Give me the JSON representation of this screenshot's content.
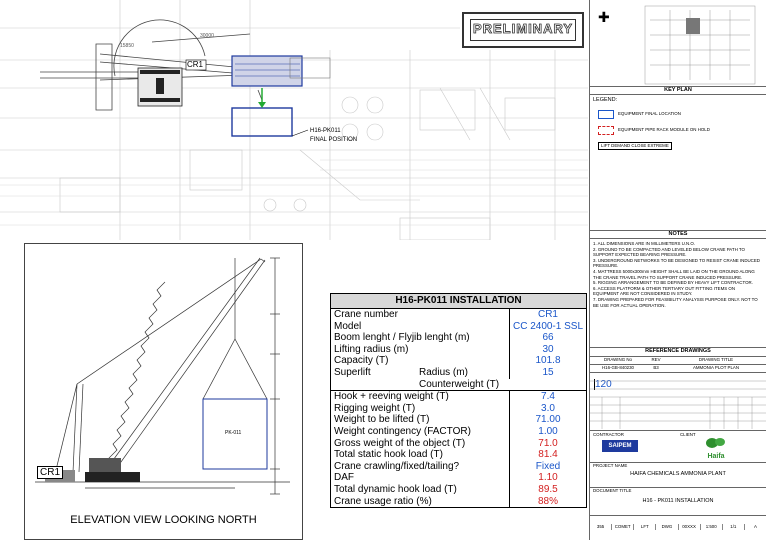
{
  "stamp": "PRELIMINARY",
  "plan": {
    "crane_label": "CR1",
    "module_label": "H16-PK011",
    "final_position": "FINAL POSITION",
    "dim_1": "15850",
    "dim_2": "30000"
  },
  "elevation": {
    "title": "ELEVATION VIEW LOOKING NORTH",
    "crane_label": "CR1",
    "object_label": "PK-011"
  },
  "installation": {
    "title": "H16-PK011 INSTALLATION",
    "rows_a": [
      {
        "label": "Crane number",
        "value": "CR1",
        "color": "blue"
      },
      {
        "label": "Model",
        "value": "CC 2400-1 SSL",
        "color": "blue"
      },
      {
        "label": "Boom lenght  / Flyjib lenght (m)",
        "value": "66",
        "color": "blue"
      },
      {
        "label": "Lifting radius (m)",
        "value": "30",
        "color": "blue"
      },
      {
        "label": "Capacity (T)",
        "value": "101.8",
        "color": "blue"
      }
    ],
    "superlift": {
      "label": "Superlift",
      "radius_label": "Radius (m)",
      "radius_value": "15",
      "cw_label": "Counterweight (T)",
      "cw_value": "120"
    },
    "rows_b": [
      {
        "label": "Hook + reeving weight (T)",
        "value": "7.4",
        "color": "blue"
      },
      {
        "label": "Rigging weight (T)",
        "value": "3.0",
        "color": "blue"
      },
      {
        "label": "Weight to be lifted (T)",
        "value": "71.00",
        "color": "blue"
      },
      {
        "label": "Weight contingency (FACTOR)",
        "value": "1.00",
        "color": "blue"
      },
      {
        "label": "Gross weight of the object (T)",
        "value": "71.0",
        "color": "red"
      },
      {
        "label": "Total static hook load (T)",
        "value": "81.4",
        "color": "red"
      },
      {
        "label": "Crane crawling/fixed/tailing?",
        "value": "Fixed",
        "color": "blue"
      },
      {
        "label": "DAF",
        "value": "1.10",
        "color": "red"
      },
      {
        "label": "Total dynamic hook load (T)",
        "value": "89.5",
        "color": "red"
      },
      {
        "label": "Crane usage ratio (%)",
        "value": "88%",
        "color": "red"
      }
    ]
  },
  "title_block": {
    "key_plan": "KEY PLAN",
    "legend": "LEGEND:",
    "legend_items": [
      "EQUIPMENT FINAL LOCATION",
      "EQUIPMENT PIPE RACK MODULE ON HOLD",
      "LIFT DEMAND CLOSE EXTREME"
    ],
    "notes_title": "NOTES",
    "notes": [
      "1. ALL DIMENSIONS ARE IN MILLIMETERS U.N.O.",
      "2. GROUND TO BE COMPACTED AND LEVELED BELOW CRANE PATH TO SUPPORT EXPECTED BEARING PRESSURE.",
      "3. UNDERGROUND NETWORKS TO BE DESIGNED TO RESIST CRANE INDUCED PRESSURE.",
      "4. MATTRESS 5000x300mm HEIGHT SHALL BE LAID ON THE GROUND ALONG THE CRANE TRAVEL PATH TO SUPPORT CRANE INDUCED PRESSURE.",
      "5. RIGGING ARRANGEMENT TO BE DEFINED BY HEAVY LIFT CONTRACTOR.",
      "6. ACCESS PLATFORM & OTHER TERTIARY OUT FITTING ITEMS ON EQUIPMENT ARE NOT CONSIDERED IN STUDY.",
      "7. DRAWING PREPARED FOR FEASIBILITY ANALYSIS PURPOSE ONLY. NOT TO BE USE FOR ACTUAL OPERATION."
    ],
    "ref_title": "REFERENCE DRAWINGS",
    "ref_cols": [
      "DRAWING No",
      "REV",
      "DRAWING TITLE"
    ],
    "ref_row": [
      "H16-GB-840230",
      "B3",
      "AMMONIA PLOT PLAN"
    ],
    "contractor": "CONTRACTOR",
    "client": "CLIENT",
    "contractor_logo": "SAIPEM",
    "client_logo": "Haifa",
    "project_name_label": "PROJECT NAME",
    "project_name": "HAIFA CHEMICALS AMMONIA PLANT",
    "doc_title_label": "DOCUMENT TITLE",
    "doc_title": "H16 - PK011 INSTALLATION",
    "bottom_cells": [
      "355",
      "COMET",
      "LFT",
      "DWG",
      "00XXX",
      "1:500",
      "1/1",
      "A"
    ]
  },
  "colors": {
    "accent_blue": "#1a56c9",
    "accent_red": "#d32020",
    "hatch_blue": "#1e3a9e"
  }
}
